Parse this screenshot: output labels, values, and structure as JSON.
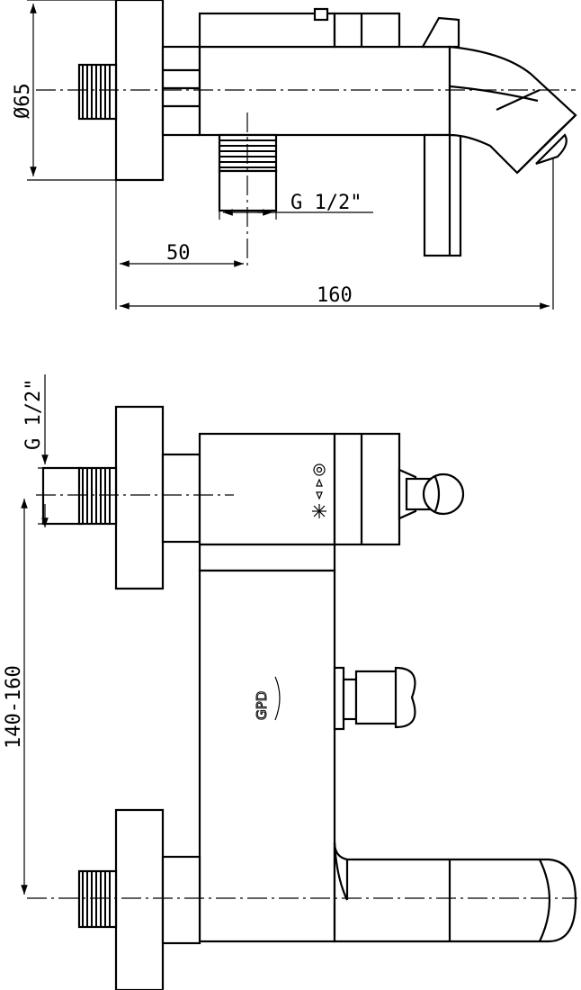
{
  "side_view": {
    "dim_diameter": "Ø65",
    "dim_thread": "G 1/2\"",
    "dim_offset": "50",
    "dim_length": "160"
  },
  "front_view": {
    "dim_thread": "G 1/2\"",
    "dim_range": "140-160",
    "logo_text": "GPD"
  }
}
